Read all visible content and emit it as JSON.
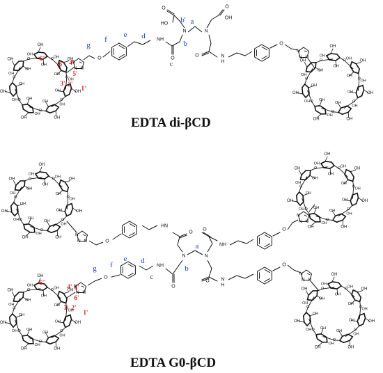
{
  "figure": {
    "captions": {
      "top": "EDTA di-βCD",
      "bottom": "EDTA G0-βCD"
    },
    "colors": {
      "bond": "#111111",
      "blue_label": "#1f3ed8",
      "red_label": "#d21a1a"
    }
  },
  "labels": {
    "blue": {
      "a": "a",
      "b": "b",
      "b_prime": "b'",
      "c": "c",
      "d": "d",
      "e": "e",
      "f": "f",
      "g": "g"
    },
    "red": {
      "p1": "1'",
      "p2": "2'",
      "p3": "3'",
      "p4": "4'",
      "p5": "5'",
      "p6": "6'",
      "p6pp": "6''"
    }
  },
  "atoms": {
    "HO": "HO",
    "OH": "OH",
    "O": "O",
    "N": "N",
    "NH": "NH",
    "H": "H",
    "HN": "HN"
  }
}
